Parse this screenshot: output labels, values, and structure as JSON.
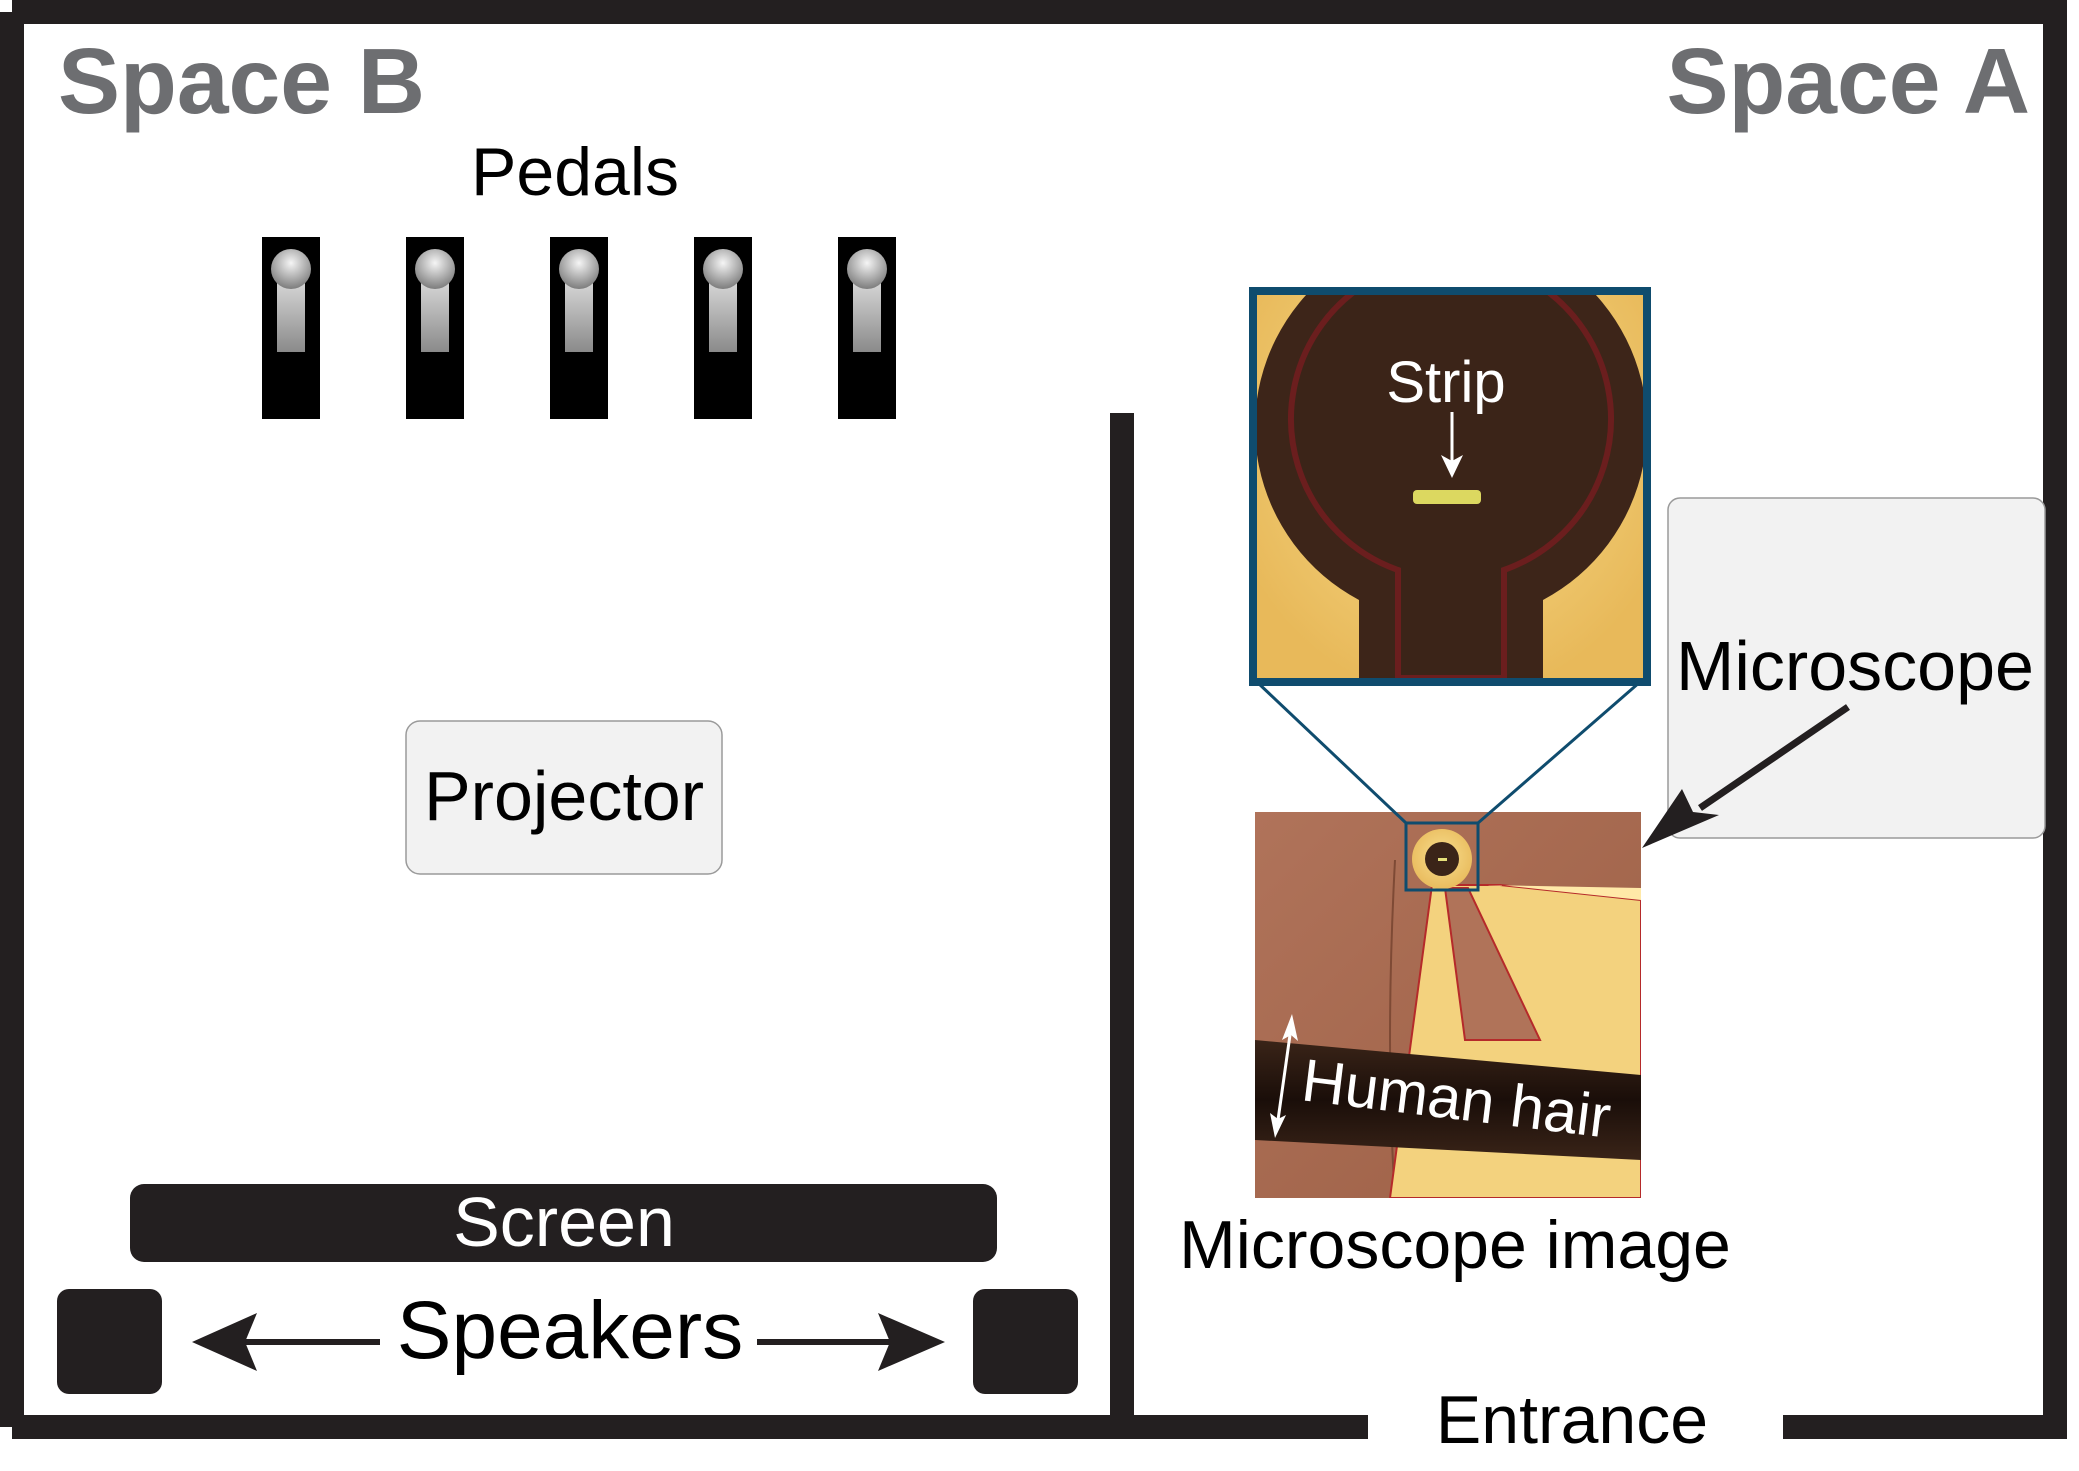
{
  "spaces": {
    "space_b": "Space B",
    "space_a": "Space A"
  },
  "labels": {
    "pedals": "Pedals",
    "projector": "Projector",
    "screen": "Screen",
    "speakers": "Speakers",
    "microscope": "Microscope",
    "microscope_image": "Microscope image",
    "entrance": "Entrance",
    "strip": "Strip",
    "human_hair": "Human hair"
  },
  "pedal_count": 5,
  "colors": {
    "wall": "#231f20",
    "space_label": "#6d6e71",
    "box_fill": "#f2f2f2",
    "box_stroke": "#9a9a9a",
    "zoom_frame": "#0f4c6e",
    "gold": "#f4cf72",
    "substrate": "#a8694c",
    "dark_well": "#3b2418"
  }
}
